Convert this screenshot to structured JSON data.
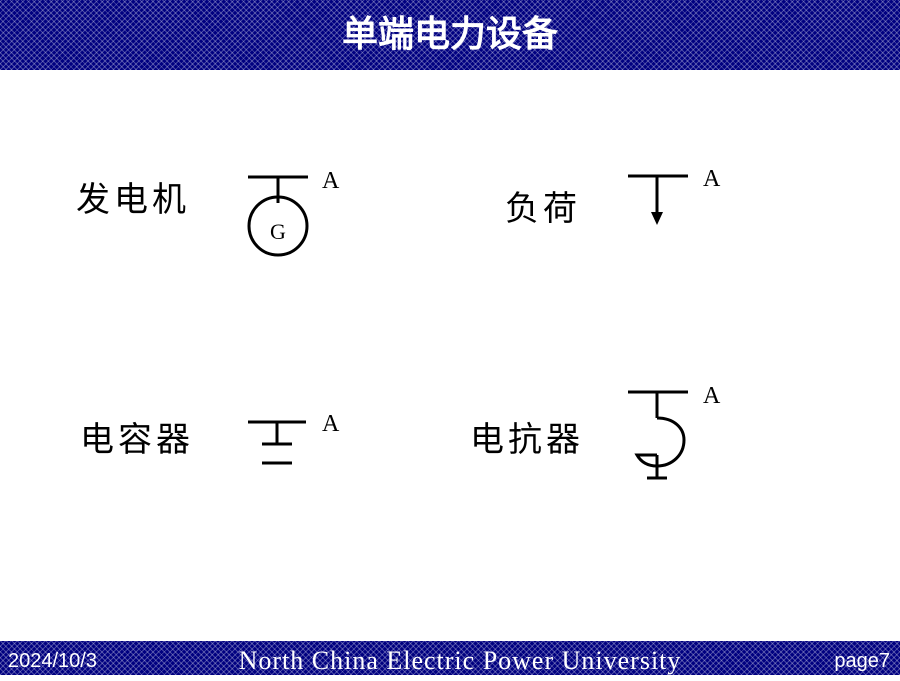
{
  "slide": {
    "title": "单端电力设备"
  },
  "devices": {
    "generator": {
      "name": "发电机",
      "symbol_letter": "G",
      "node": "A"
    },
    "load": {
      "name": "负荷",
      "node": "A"
    },
    "capacitor": {
      "name": "电容器",
      "node": "A"
    },
    "reactor": {
      "name": "电抗器",
      "node": "A"
    }
  },
  "footer": {
    "date": "2024/10/3",
    "university": "North China Electric Power University",
    "page": "page7"
  },
  "colors": {
    "band": "#000080",
    "band_text": "#ffffff",
    "symbol": "#000000"
  },
  "icons": {
    "generator": "generator-symbol-icon",
    "load": "load-arrow-icon",
    "capacitor": "capacitor-symbol-icon",
    "reactor": "reactor-symbol-icon"
  }
}
